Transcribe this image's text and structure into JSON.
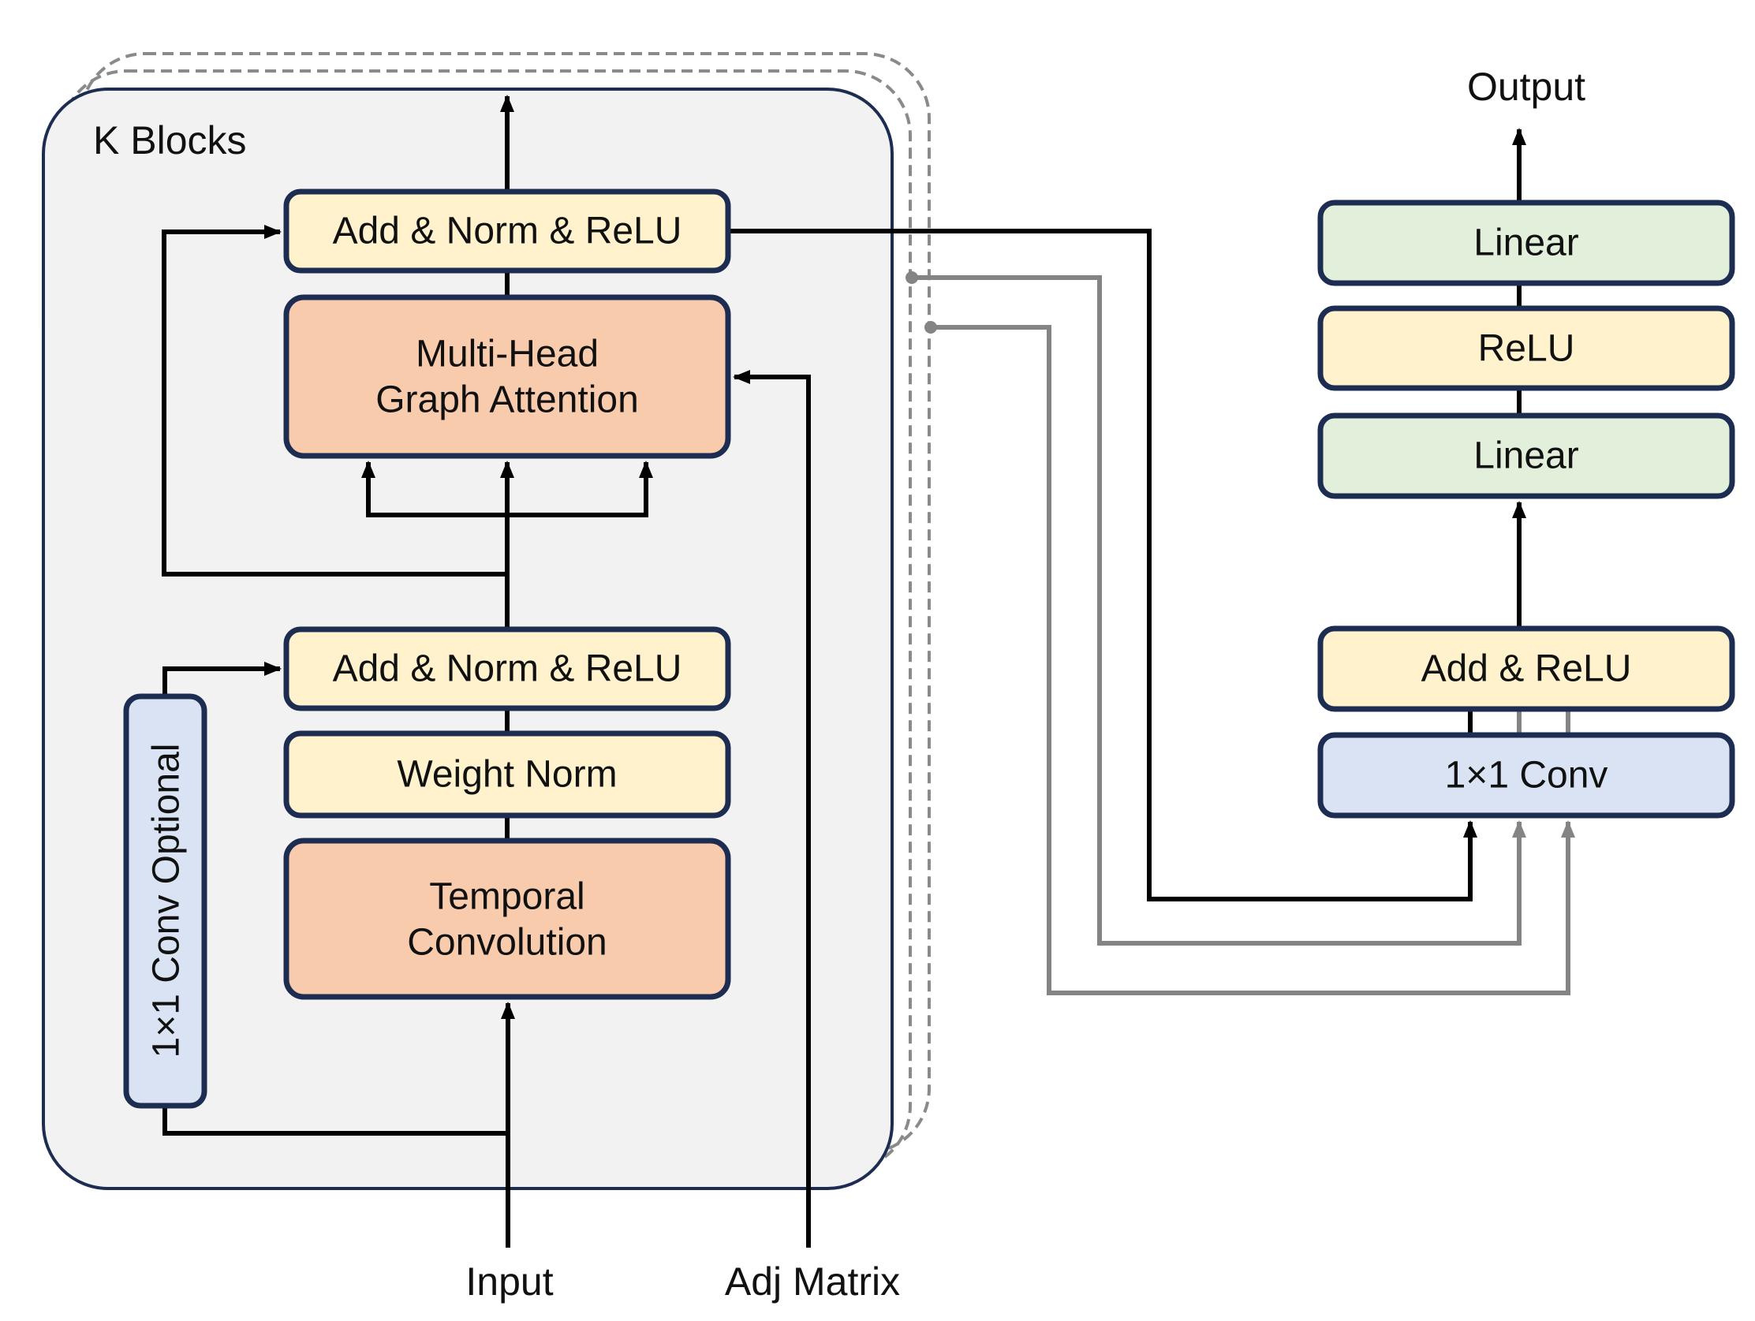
{
  "diagram": {
    "block_group": {
      "label": "K Blocks",
      "repeated_layers_shown": 3
    },
    "blocks": {
      "add_norm_relu_top": "Add & Norm & ReLU",
      "mhga_line1": "Multi-Head",
      "mhga_line2": "Graph Attention",
      "add_norm_relu_bottom": "Add & Norm & ReLU",
      "weight_norm": "Weight Norm",
      "temporal_line1": "Temporal",
      "temporal_line2": "Convolution",
      "conv_optional": "1×1 Conv Optional"
    },
    "head": {
      "linear_top": "Linear",
      "relu": "ReLU",
      "linear_bottom": "Linear",
      "add_relu": "Add & ReLU",
      "conv": "1×1 Conv"
    },
    "io": {
      "input": "Input",
      "adj_matrix": "Adj Matrix",
      "output": "Output"
    },
    "colors": {
      "border": "#1d2d52",
      "yellow": "#fff2cc",
      "orange": "#f8cbad",
      "green": "#e2efda",
      "blue": "#dae3f3",
      "panel": "#f2f2f2",
      "skip_gray": "#848484"
    }
  }
}
